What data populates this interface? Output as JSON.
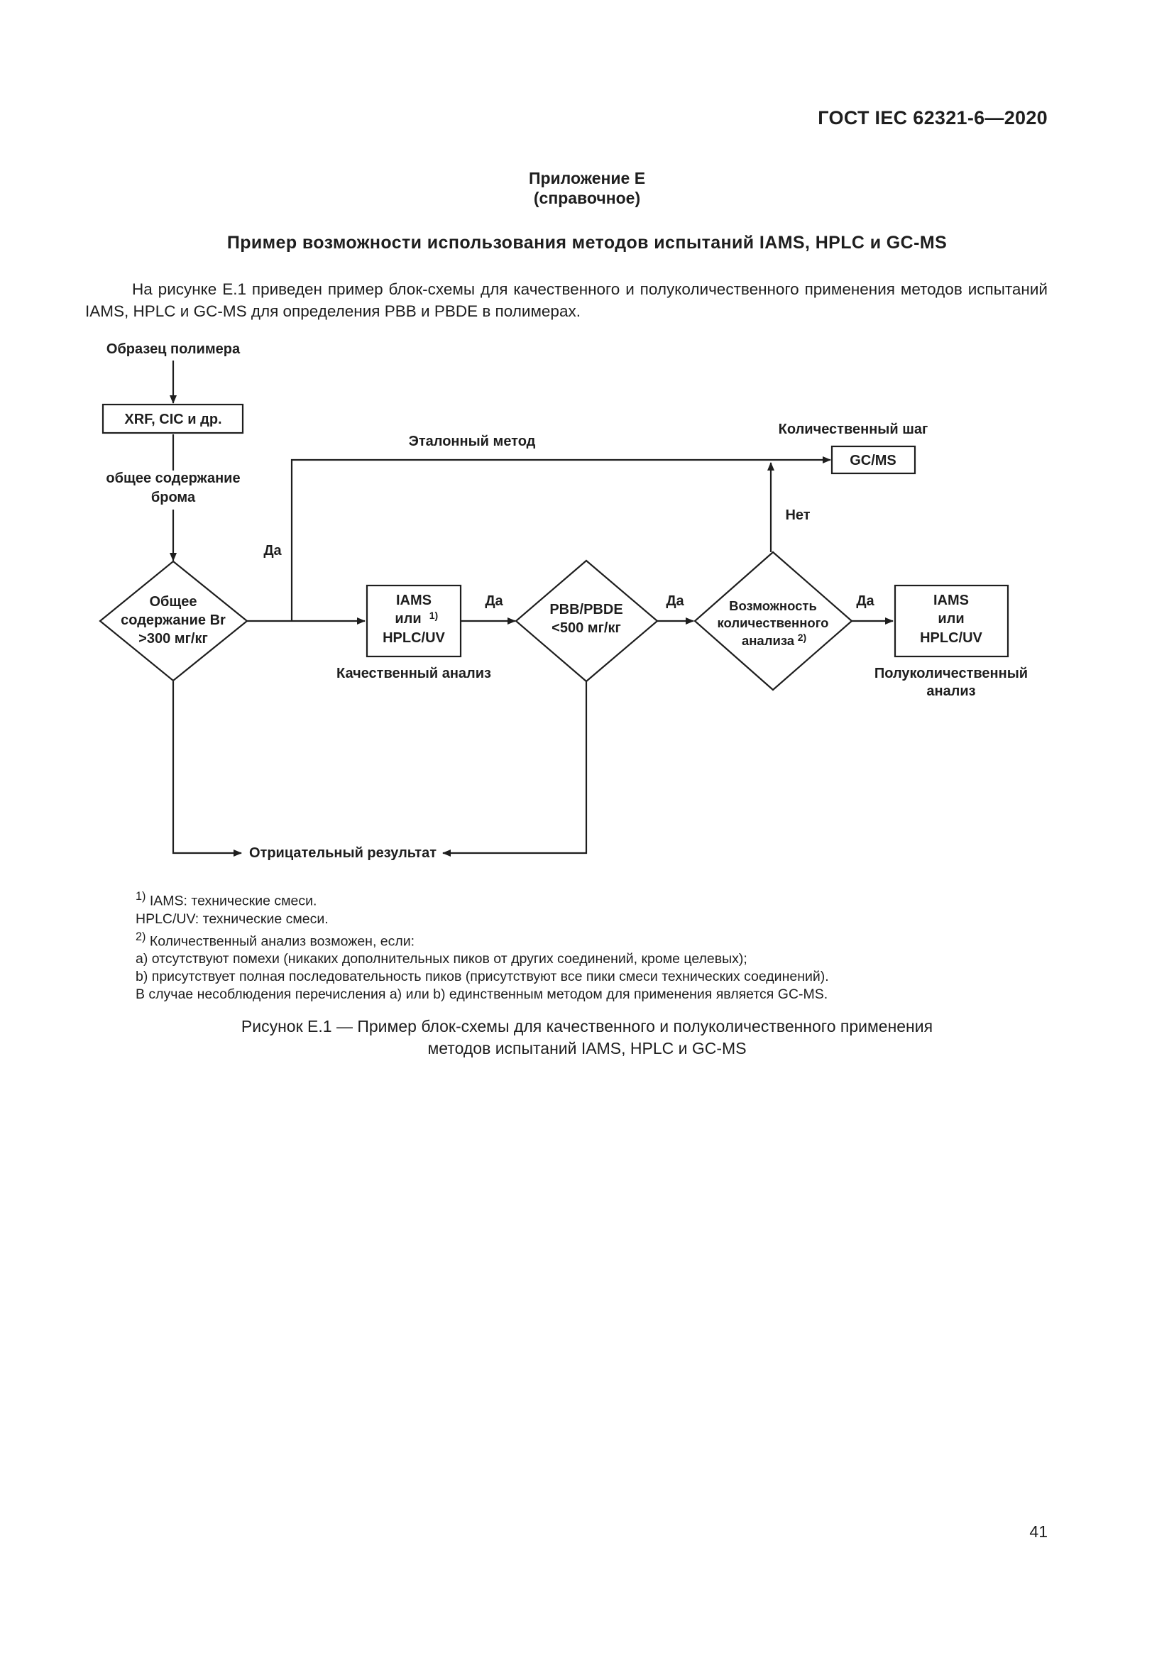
{
  "header": {
    "standard_code": "ГОСТ IEC 62321-6—2020"
  },
  "appendix": {
    "title": "Приложение Е",
    "kind": "(справочное)"
  },
  "main_title": "Пример возможности использования методов испытаний IAMS, HPLC и GC-MS",
  "intro_text": "На рисунке Е.1 приведен пример блок-схемы для качественного и полуколичественного применения методов испытаний IAMS, HPLC и GC-MS для определения РВВ и PBDE в полимерах.",
  "flowchart": {
    "start_label": "Образец полимера",
    "screening_box": "XRF, CIC и др.",
    "bromine_label": [
      "общее содержание",
      "брома"
    ],
    "decision_br": [
      "Общее",
      "содержание Br",
      ">300 мг/кг"
    ],
    "yes_label": "Да",
    "no_label": "Нет",
    "reference_method": "Эталонный метод",
    "quant_step_label": "Количественный шаг",
    "gcms_box": "GC/MS",
    "qual_box": {
      "line1": "IAMS",
      "line2": "или",
      "sup": "1)",
      "line3": "HPLC/UV"
    },
    "qual_label": "Качественный анализ",
    "decision_pbb": [
      "PBB/PBDE",
      "<500 мг/кг"
    ],
    "decision_quant": {
      "line1": "Возможность",
      "line2": "количественного",
      "line3": "анализа",
      "sup": "2)"
    },
    "semiquant_box": [
      "IAMS",
      "или",
      "HPLC/UV"
    ],
    "semiquant_label": [
      "Полуколичественный",
      "анализ"
    ],
    "negative_result": "Отрицательный результат"
  },
  "notes": {
    "n1_sup": "1)",
    "n1_text": "IAMS: технические смеси.",
    "n1_line2": "HPLC/UV: технические смеси.",
    "n2_sup": "2)",
    "n2_text": "Количественный анализ возможен, если:",
    "n2_a": "a) отсутствуют помехи (никаких дополнительных пиков от других соединений, кроме целевых);",
    "n2_b": "b) присутствует полная последовательность пиков (присутствуют все пики смеси технических соединений).",
    "n2_c": "В случае несоблюдения перечисления а) или b) единственным методом для применения является GC-MS."
  },
  "caption": {
    "line1": "Рисунок Е.1 — Пример блок-схемы для качественного и полуколичественного применения",
    "line2": "методов испытаний IAMS, HPLC и GC-MS"
  },
  "page_number": "41"
}
